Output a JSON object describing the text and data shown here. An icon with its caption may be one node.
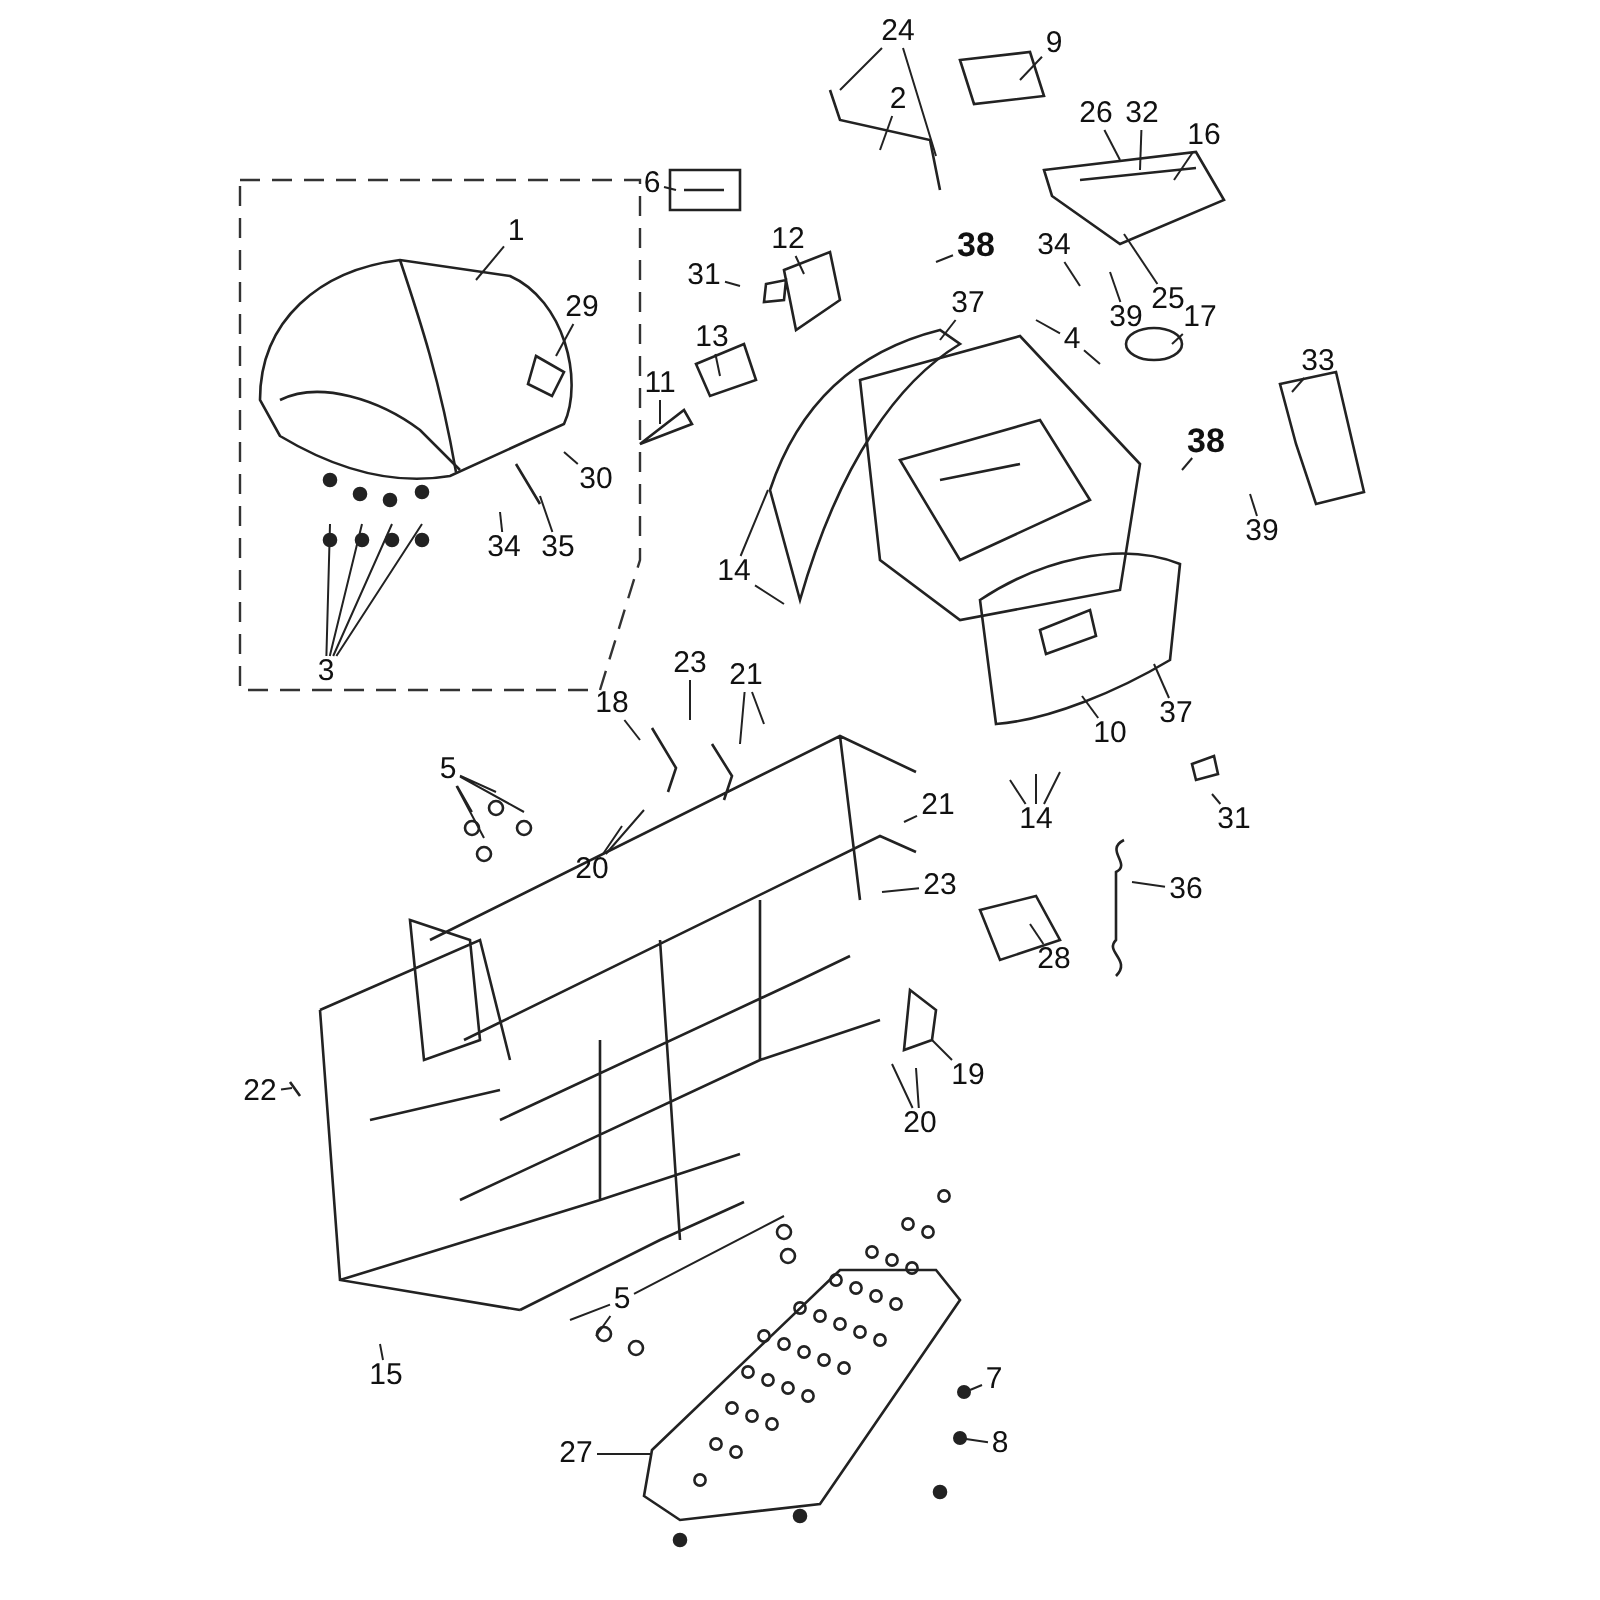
{
  "diagram": {
    "nodes": [
      {
        "text": [
          "24"
        ]
      },
      {
        "text": [
          "9"
        ]
      },
      {
        "text": [
          "2"
        ]
      },
      {
        "text": [
          "26"
        ]
      },
      {
        "text": [
          "32"
        ]
      },
      {
        "text": [
          "16"
        ]
      },
      {
        "text": [
          "6"
        ]
      },
      {
        "text": [
          "1"
        ]
      },
      {
        "text": [
          "12"
        ]
      },
      {
        "text": [
          "38"
        ]
      },
      {
        "text": [
          "34"
        ]
      },
      {
        "text": [
          "31"
        ]
      },
      {
        "text": [
          "25"
        ]
      },
      {
        "text": [
          "37"
        ]
      },
      {
        "text": [
          "29"
        ]
      },
      {
        "text": [
          "39"
        ]
      },
      {
        "text": [
          "17"
        ]
      },
      {
        "text": [
          "13"
        ]
      },
      {
        "text": [
          "4"
        ]
      },
      {
        "text": [
          "33"
        ]
      },
      {
        "text": [
          "11"
        ]
      },
      {
        "text": [
          "38"
        ]
      },
      {
        "text": [
          "30"
        ]
      },
      {
        "text": [
          "39"
        ]
      },
      {
        "text": [
          "35"
        ]
      },
      {
        "text": [
          "34"
        ]
      },
      {
        "text": [
          "14"
        ]
      },
      {
        "text": [
          "3"
        ]
      },
      {
        "text": [
          "23"
        ]
      },
      {
        "text": [
          "21"
        ]
      },
      {
        "text": [
          "37"
        ]
      },
      {
        "text": [
          "18"
        ]
      },
      {
        "text": [
          "10"
        ]
      },
      {
        "text": [
          "5"
        ]
      },
      {
        "text": [
          "21"
        ]
      },
      {
        "text": [
          "14"
        ]
      },
      {
        "text": [
          "31"
        ]
      },
      {
        "text": [
          "20"
        ]
      },
      {
        "text": [
          "23"
        ]
      },
      {
        "text": [
          "36"
        ]
      },
      {
        "text": [
          "28"
        ]
      },
      {
        "text": [
          "19"
        ]
      },
      {
        "text": [
          "22"
        ]
      },
      {
        "text": [
          "20"
        ]
      },
      {
        "text": [
          "5"
        ]
      },
      {
        "text": [
          "15"
        ]
      },
      {
        "text": [
          "7"
        ]
      },
      {
        "text": [
          "8"
        ]
      },
      {
        "text": [
          "27"
        ]
      },
      {
        "text": [],
        "shape": "picture"
      },
      {
        "text": [],
        "shape": "circle"
      },
      {
        "text": [],
        "shape": "circle"
      }
    ],
    "edges": [
      {
        "from": 0,
        "to": null,
        "arrow": "none"
      },
      {
        "from": 1,
        "to": null,
        "arrow": "none"
      },
      {
        "from": 2,
        "to": null,
        "arrow": "none"
      },
      {
        "from": 3,
        "to": null,
        "arrow": "none"
      },
      {
        "from": 4,
        "to": null,
        "arrow": "none"
      },
      {
        "from": 5,
        "to": null,
        "arrow": "none"
      },
      {
        "from": 6,
        "to": null,
        "arrow": "none"
      },
      {
        "from": 7,
        "to": null,
        "arrow": "none"
      },
      {
        "from": 8,
        "to": null,
        "arrow": "none"
      },
      {
        "from": 9,
        "to": null,
        "arrow": "none"
      },
      {
        "from": 10,
        "to": null,
        "arrow": "none"
      },
      {
        "from": 11,
        "to": null,
        "arrow": "none"
      },
      {
        "from": 12,
        "to": null,
        "arrow": "none"
      },
      {
        "from": 13,
        "to": null,
        "arrow": "none"
      },
      {
        "from": 14,
        "to": null,
        "arrow": "none"
      },
      {
        "from": 15,
        "to": null,
        "arrow": "none"
      },
      {
        "from": 16,
        "to": null,
        "arrow": "none"
      },
      {
        "from": 17,
        "to": null,
        "arrow": "none"
      },
      {
        "from": 18,
        "to": null,
        "arrow": "none"
      },
      {
        "from": 19,
        "to": null,
        "arrow": "none"
      },
      {
        "from": 20,
        "to": null,
        "arrow": "none"
      },
      {
        "from": 21,
        "to": null,
        "arrow": "none"
      },
      {
        "from": 22,
        "to": null,
        "arrow": "none"
      },
      {
        "from": 23,
        "to": null,
        "arrow": "none"
      },
      {
        "from": 24,
        "to": null,
        "arrow": "none"
      },
      {
        "from": 25,
        "to": null,
        "arrow": "none"
      },
      {
        "from": 26,
        "to": null,
        "arrow": "none"
      },
      {
        "from": 27,
        "to": null,
        "arrow": "none"
      },
      {
        "from": 28,
        "to": null,
        "arrow": "none"
      },
      {
        "from": 29,
        "to": null,
        "arrow": "none"
      },
      {
        "from": 30,
        "to": null,
        "arrow": "none"
      },
      {
        "from": 31,
        "to": null,
        "arrow": "none"
      },
      {
        "from": 32,
        "to": null,
        "arrow": "none"
      },
      {
        "from": 33,
        "to": null,
        "arrow": "none"
      },
      {
        "from": 34,
        "to": null,
        "arrow": "none"
      },
      {
        "from": 35,
        "to": null,
        "arrow": "none"
      },
      {
        "from": 36,
        "to": null,
        "arrow": "none"
      },
      {
        "from": 37,
        "to": null,
        "arrow": "none"
      },
      {
        "from": 38,
        "to": null,
        "arrow": "none"
      },
      {
        "from": 39,
        "to": null,
        "arrow": "none"
      },
      {
        "from": 40,
        "to": null,
        "arrow": "none"
      },
      {
        "from": 41,
        "to": null,
        "arrow": "none"
      },
      {
        "from": 42,
        "to": null,
        "arrow": "none"
      },
      {
        "from": 43,
        "to": null,
        "arrow": "none"
      },
      {
        "from": 44,
        "to": null,
        "arrow": "none"
      },
      {
        "from": 45,
        "to": null,
        "arrow": "none"
      },
      {
        "from": 46,
        "to": 50,
        "arrow": "none"
      },
      {
        "from": 47,
        "to": 51,
        "arrow": "none"
      },
      {
        "from": 48,
        "to": 49,
        "arrow": "none"
      }
    ]
  }
}
